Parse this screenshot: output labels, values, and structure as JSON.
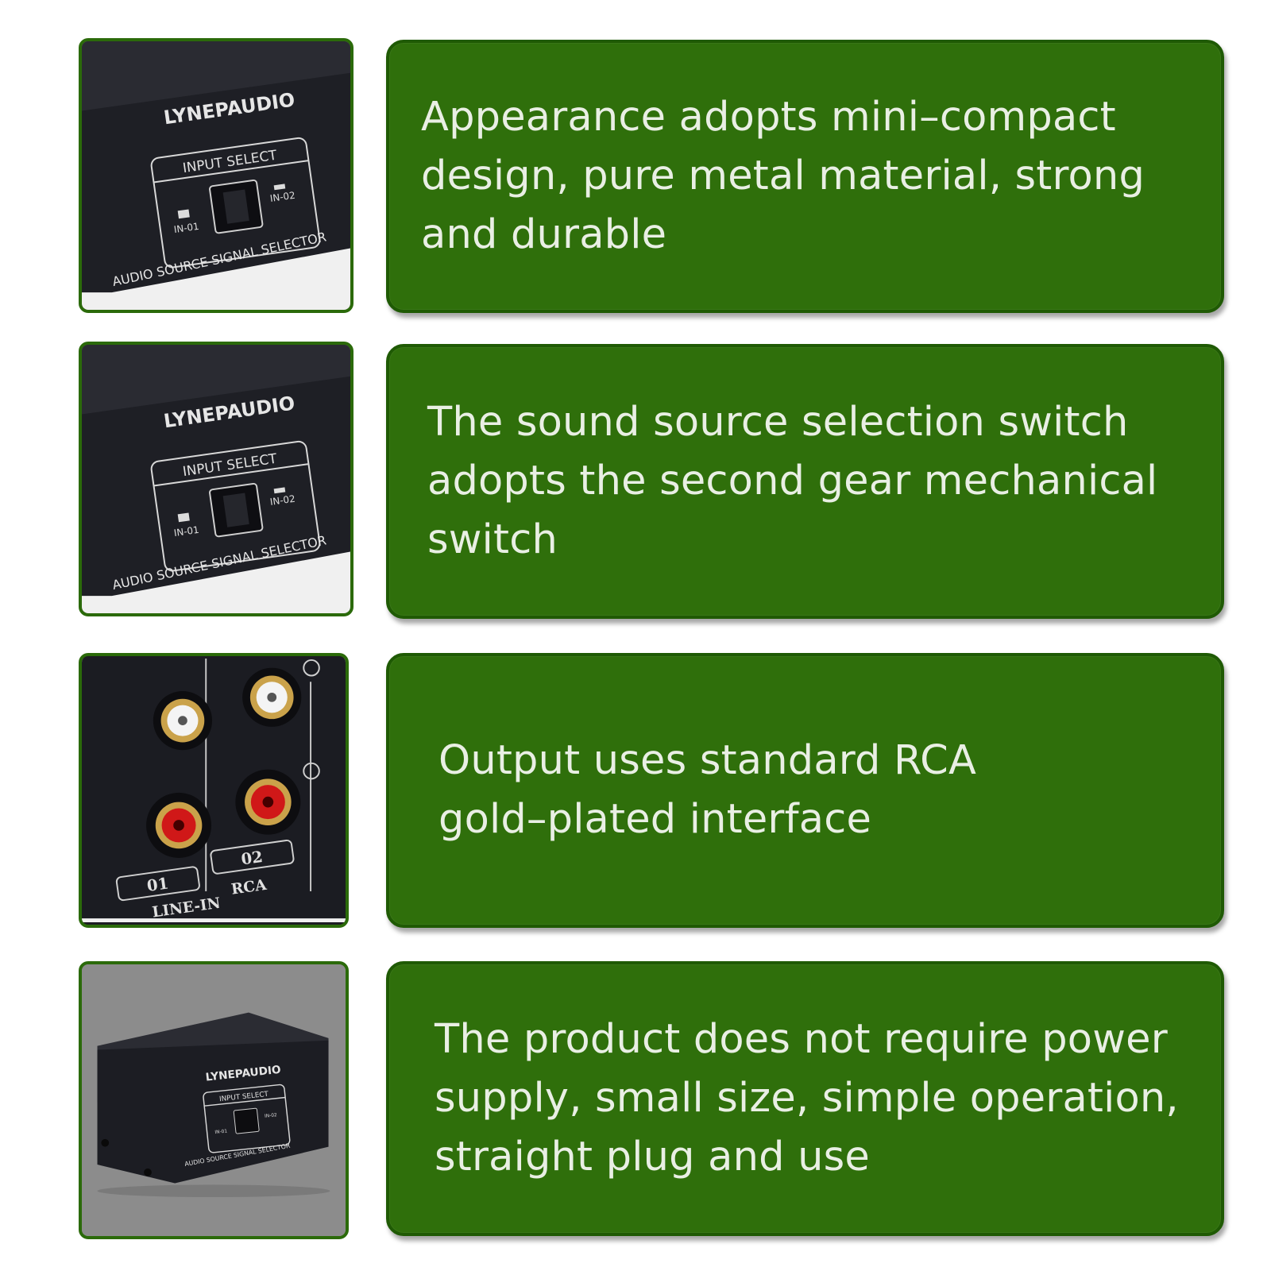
{
  "panels": [
    {
      "text": "Appearance adopts mini–compact\ndesign, pure metal material, strong\nand durable",
      "image": {
        "kind": "front-panel-closeup",
        "brand": "LYNEPAUDIO",
        "select_label": "INPUT SELECT",
        "in1_label": "IN-01",
        "in2_label": "IN-02",
        "selector_label": "AUDIO SOURCE SIGNAL SELECTOR"
      }
    },
    {
      "text": "The sound source selection switch\nadopts the second gear mechanical\nswitch",
      "image": {
        "kind": "front-panel-closeup",
        "brand": "LYNEPAUDIO",
        "select_label": "INPUT SELECT",
        "in1_label": "IN-01",
        "in2_label": "IN-02",
        "selector_label": "AUDIO SOURCE SIGNAL SELECTOR"
      }
    },
    {
      "text": "Output uses standard RCA\ngold–plated interface",
      "image": {
        "kind": "rca-rear-closeup",
        "port1_label": "01",
        "port2_label": "02",
        "line_in_label": "LINE-IN",
        "rca_label": "RCA"
      }
    },
    {
      "text": "The product does not require power\nsupply, small size, simple operation,\nstraight plug and use",
      "image": {
        "kind": "product-box-photo",
        "brand": "LYNEPAUDIO",
        "select_label": "INPUT SELECT",
        "in1_label": "IN-01",
        "in2_label": "IN-02",
        "selector_label": "AUDIO SOURCE SIGNAL SELECTOR"
      }
    }
  ],
  "colors": {
    "card_fill": "#2f6f0b",
    "card_border": "#1f5a04",
    "card_text": "#e9efe4",
    "device_black": "#1c1c22"
  }
}
